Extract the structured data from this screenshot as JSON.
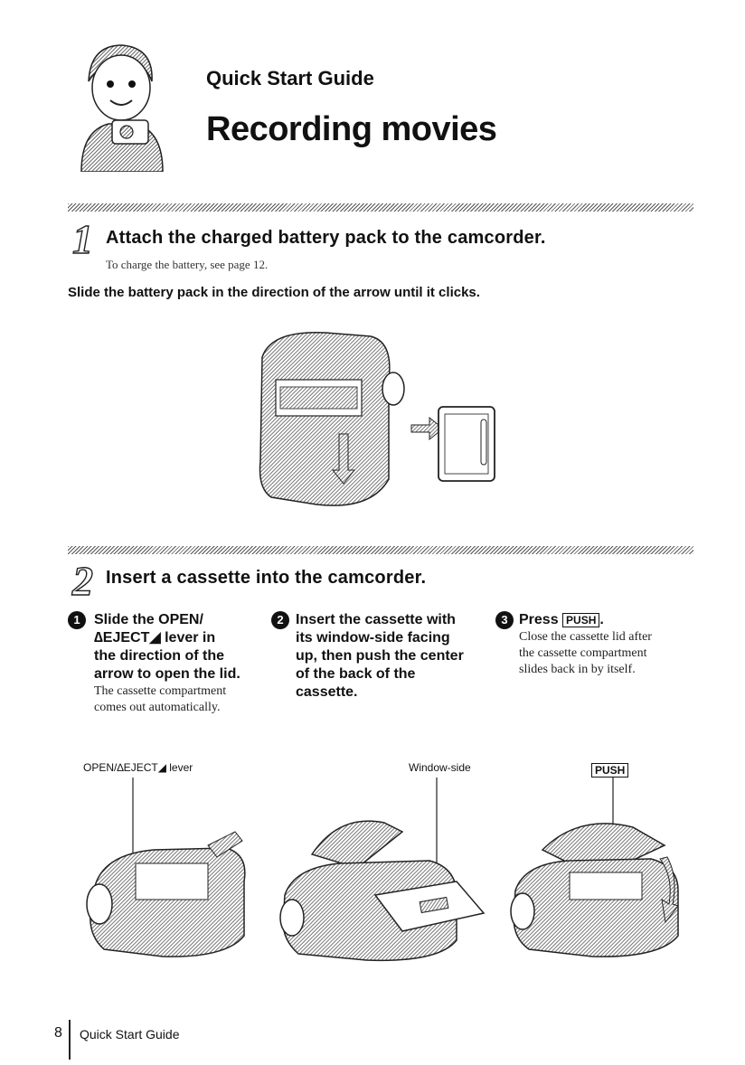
{
  "header": {
    "kicker": "Quick Start Guide",
    "title": "Recording movies"
  },
  "step1": {
    "number": "1",
    "title": "Attach the charged battery pack to the camcorder.",
    "note": "To charge the battery, see page 12.",
    "instruction": "Slide the battery pack in the direction of the arrow until it clicks."
  },
  "step2": {
    "number": "2",
    "title": "Insert a cassette into the camcorder.",
    "columns": [
      {
        "bullet": "1",
        "title_lines": [
          "Slide the OPEN/",
          "∆EJECT◢ lever in",
          "the direction of the",
          "arrow to open the lid."
        ],
        "body_lines": [
          "The cassette compartment",
          "comes out automatically."
        ]
      },
      {
        "bullet": "2",
        "title_lines": [
          "Insert the cassette with",
          "its window-side facing",
          "up, then push the center",
          "of the back of the",
          "cassette."
        ],
        "body_lines": []
      },
      {
        "bullet": "3",
        "title_prefix": "Press",
        "title_box": "PUSH",
        "title_suffix": ".",
        "body_lines": [
          "Close the cassette lid after",
          "the cassette compartment",
          "slides back in by itself."
        ]
      }
    ],
    "labels": {
      "lever": "OPEN/∆EJECT◢ lever",
      "window": "Window-side",
      "push": "PUSH"
    }
  },
  "footer": {
    "page_number": "8",
    "section": "Quick Start Guide"
  }
}
